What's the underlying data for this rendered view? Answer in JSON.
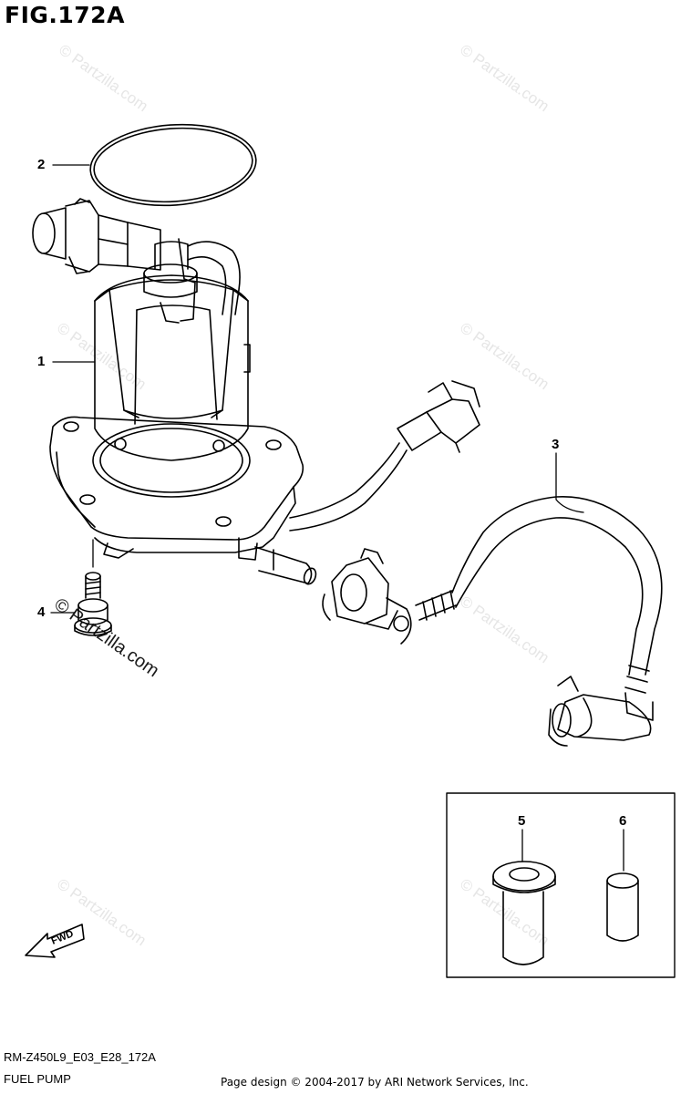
{
  "figure": {
    "title": "FIG.172A",
    "model_code": "RM-Z450L9_E03_E28_172A",
    "section_name": "FUEL PUMP",
    "copyright": "Page design © 2004-2017 by ARI Network Services, Inc.",
    "direction_label": "FWD"
  },
  "watermark": {
    "text": "© Partzilla.com"
  },
  "callouts": [
    "1",
    "2",
    "3",
    "4",
    "5",
    "6"
  ],
  "parts": [
    {
      "ref": "1",
      "name": "fuel-pump-assembly"
    },
    {
      "ref": "2",
      "name": "o-ring"
    },
    {
      "ref": "3",
      "name": "fuel-hose"
    },
    {
      "ref": "4",
      "name": "bolt"
    },
    {
      "ref": "5",
      "name": "cap"
    },
    {
      "ref": "6",
      "name": "cap"
    }
  ]
}
